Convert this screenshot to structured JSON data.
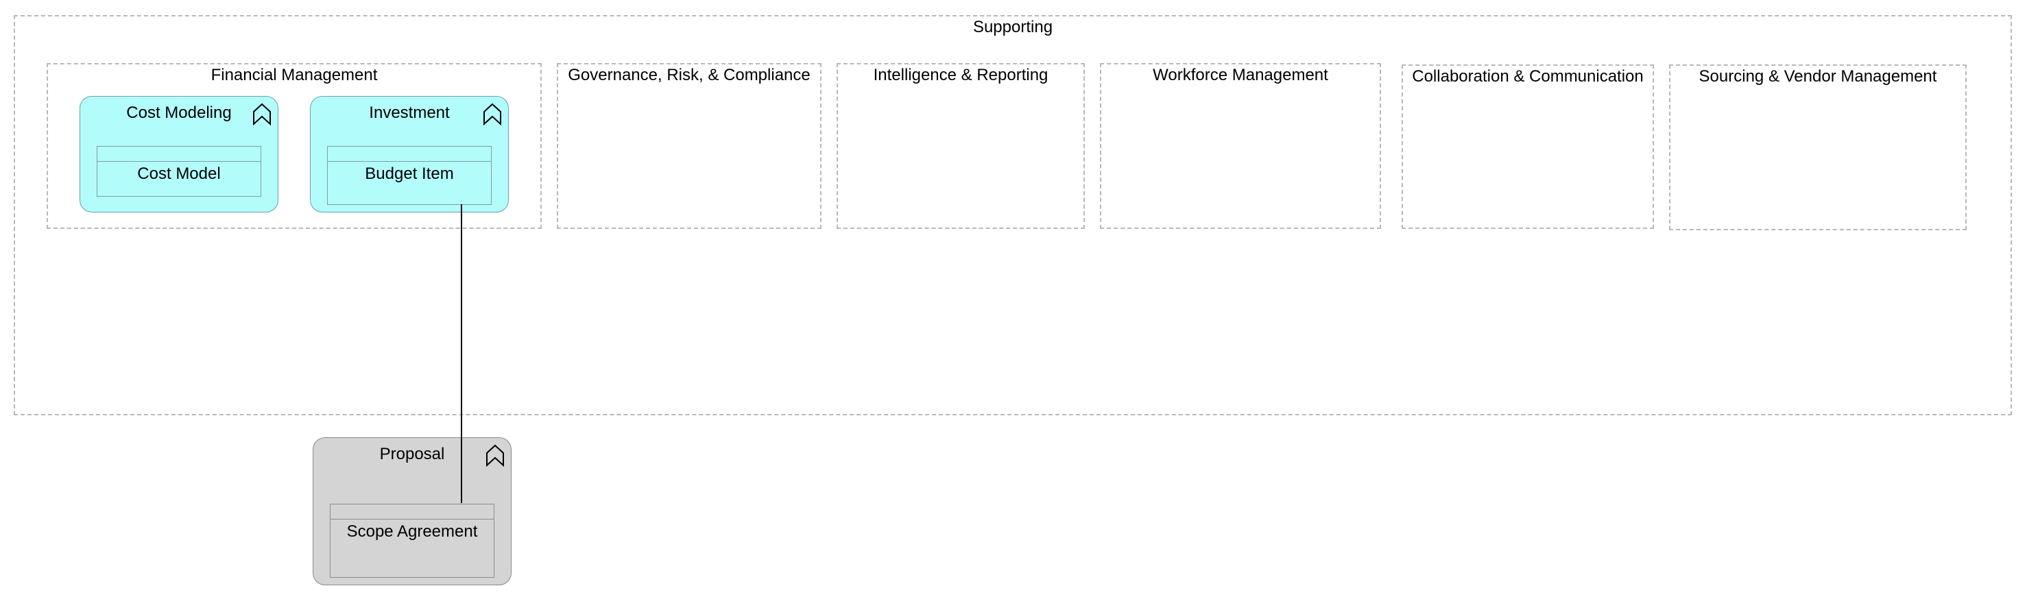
{
  "diagram": {
    "supporting": {
      "title": "Supporting"
    },
    "domains": [
      {
        "id": "financial",
        "title": "Financial Management"
      },
      {
        "id": "grc",
        "title": "Governance, Risk, & Compliance"
      },
      {
        "id": "intel",
        "title": "Intelligence & Reporting"
      },
      {
        "id": "workforce",
        "title": "Workforce Management"
      },
      {
        "id": "collab",
        "title": "Collaboration & Communication"
      },
      {
        "id": "sourcing",
        "title": "Sourcing & Vendor Management"
      }
    ],
    "capabilities": {
      "cost_modeling": {
        "title": "Cost Modeling",
        "object": "Cost Model"
      },
      "investment": {
        "title": "Investment",
        "object": "Budget Item"
      },
      "proposal": {
        "title": "Proposal",
        "object": "Scope Agreement"
      }
    },
    "icons": {
      "capability": "capability-chevron-icon"
    },
    "colors": {
      "capability_fill": "#b3fcfc",
      "external_fill": "#d4d4d4",
      "group_border": "#b8b8b8"
    }
  }
}
